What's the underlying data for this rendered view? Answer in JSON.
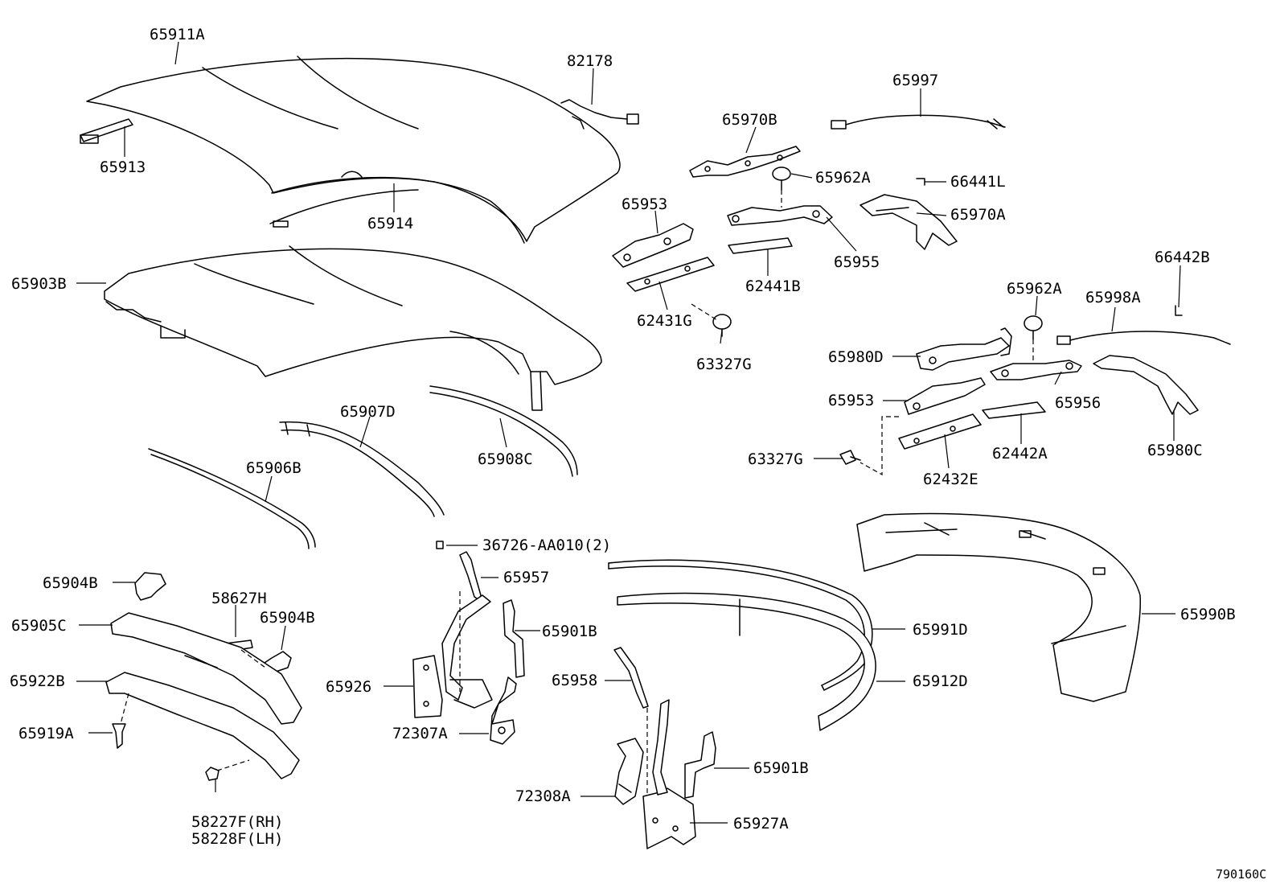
{
  "labels": {
    "p65911A": "65911A",
    "p82178": "82178",
    "p65997": "65997",
    "p65913": "65913",
    "p65970B": "65970B",
    "p65962A_1": "65962A",
    "p66441L": "66441L",
    "p65914": "65914",
    "p65953_1": "65953",
    "p65970A": "65970A",
    "p65955": "65955",
    "p66442B": "66442B",
    "p65903B": "65903B",
    "p62441B": "62441B",
    "p65962A_2": "65962A",
    "p65998A": "65998A",
    "p62431G": "62431G",
    "p63327G_1": "63327G",
    "p65980D": "65980D",
    "p65953_2": "65953",
    "p65956": "65956",
    "p65907D": "65907D",
    "p65906B": "65906B",
    "p65908C": "65908C",
    "p63327G_2": "63327G",
    "p62442A": "62442A",
    "p65980C": "65980C",
    "p62432E": "62432E",
    "p36726": "36726-AA010(2)",
    "p65957": "65957",
    "p65904B_1": "65904B",
    "p58627H": "58627H",
    "p65904B_2": "65904B",
    "p65990B": "65990B",
    "p65905C": "65905C",
    "p65901B_1": "65901B",
    "p65991D": "65991D",
    "p65922B": "65922B",
    "p65926": "65926",
    "p65958": "65958",
    "p65912D": "65912D",
    "p65919A": "65919A",
    "p72307A": "72307A",
    "p65901B_2": "65901B",
    "p72308A": "72308A",
    "p65927A": "65927A",
    "p58227F": "58227F(RH)",
    "p58228F": "58228F(LH)"
  },
  "reference_code": "790160C"
}
